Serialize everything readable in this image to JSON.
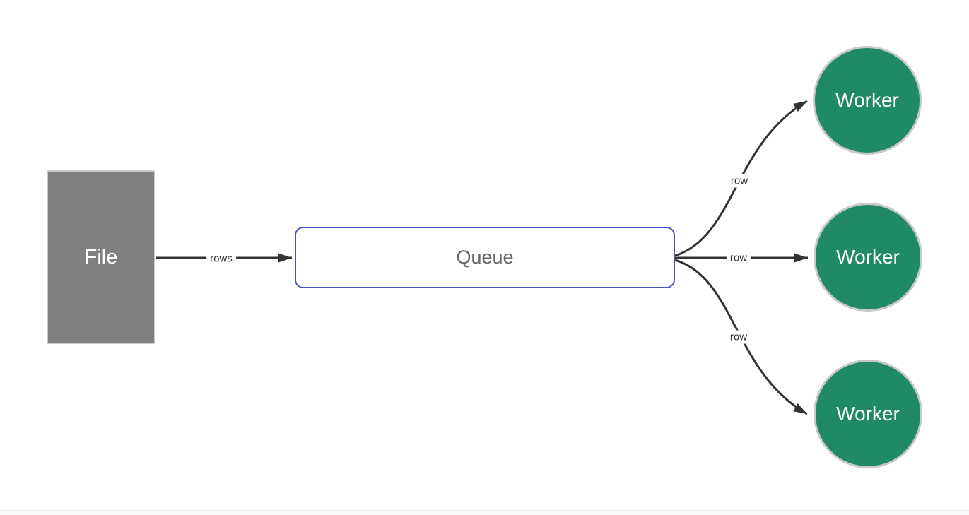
{
  "diagram": {
    "title": "file-queue-workers-pipeline",
    "nodes": {
      "file": {
        "label": "File",
        "shape": "rectangle",
        "fill": "#808080",
        "border_color": "#cccccc",
        "text_color": "#ffffff"
      },
      "queue": {
        "label": "Queue",
        "shape": "rounded-rectangle",
        "fill": "#ffffff",
        "border_color": "#4a54c4",
        "text_color": "#666666"
      },
      "workers": [
        {
          "label": "Worker",
          "shape": "circle",
          "fill": "#208a68",
          "border_color": "#c8c8c8",
          "text_color": "#ffffff"
        },
        {
          "label": "Worker",
          "shape": "circle",
          "fill": "#208a68",
          "border_color": "#c8c8c8",
          "text_color": "#ffffff"
        },
        {
          "label": "Worker",
          "shape": "circle",
          "fill": "#208a68",
          "border_color": "#c8c8c8",
          "text_color": "#ffffff"
        }
      ]
    },
    "edges": {
      "file_to_queue": {
        "label": "rows",
        "from": "File",
        "to": "Queue",
        "style": "straight-arrow"
      },
      "queue_to_worker1": {
        "label": "row",
        "from": "Queue",
        "to": "Worker",
        "style": "curved-arrow"
      },
      "queue_to_worker2": {
        "label": "row",
        "from": "Queue",
        "to": "Worker",
        "style": "straight-arrow"
      },
      "queue_to_worker3": {
        "label": "row",
        "from": "Queue",
        "to": "Worker",
        "style": "curved-arrow"
      }
    },
    "colors": {
      "edge_stroke": "#333333",
      "canvas_background": "#ffffff",
      "worker_fill": "#208a68",
      "queue_border": "#4a54c4",
      "file_fill": "#808080"
    }
  }
}
